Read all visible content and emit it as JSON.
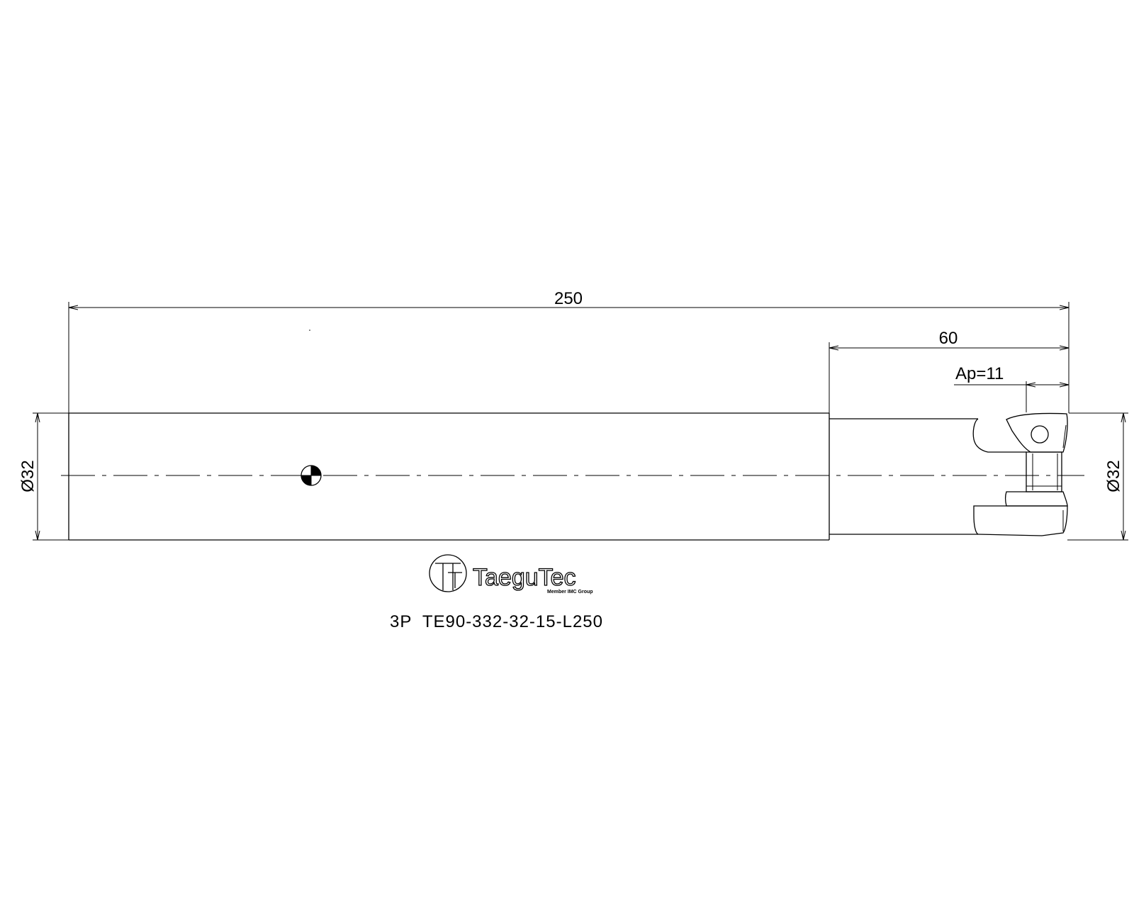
{
  "dimensions": {
    "overall_length": "250",
    "head_length": "60",
    "depth_of_cut": "Ap=11",
    "shank_diameter": "Ø32",
    "cutting_diameter": "Ø32"
  },
  "logo": {
    "brand": "TaeguTec",
    "tagline": "Member IMC Group"
  },
  "part_number": "3P  TE90-332-32-15-L250"
}
